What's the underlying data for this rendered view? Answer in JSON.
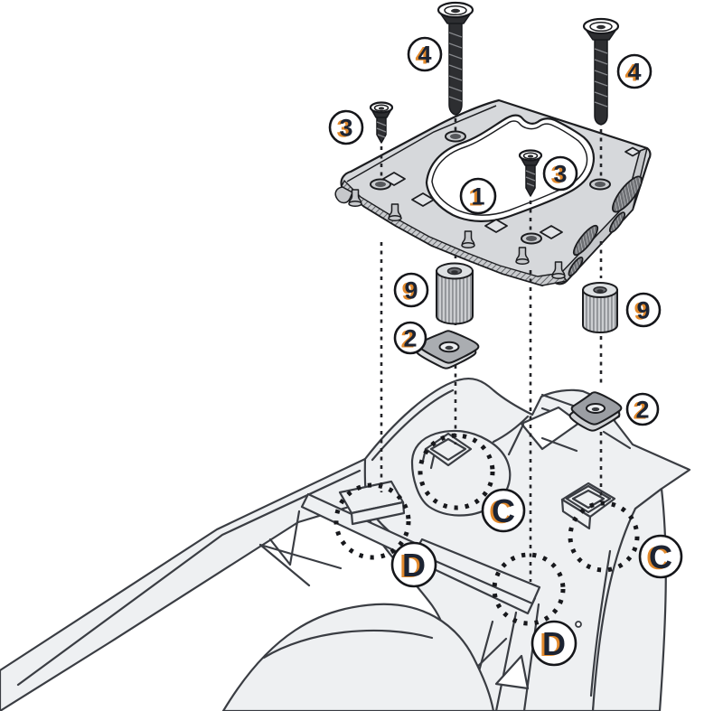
{
  "diagram": {
    "type": "exploded-assembly-instructions",
    "subject": "top-case mounting plate fitted to motorcycle rear rack",
    "colors": {
      "background": "#ffffff",
      "line": "#3a3d43",
      "part_outline": "#1c1d20",
      "part_fill": "#d6d8db",
      "tail_fill": "#eef0f2",
      "label_navy": "#1d2433",
      "label_accent_orange": "#e2892b"
    },
    "labels": {
      "plate": "1",
      "nut_plate_left": "2",
      "nut_plate_right": "2",
      "screw_short_left": "3",
      "screw_short_middle": "3",
      "screw_long_left": "4",
      "screw_long_right": "4",
      "spacer_left": "9",
      "spacer_right": "9",
      "mount_c_left": "C",
      "mount_c_right": "C",
      "mount_d_left": "D",
      "mount_d_right": "D"
    }
  }
}
